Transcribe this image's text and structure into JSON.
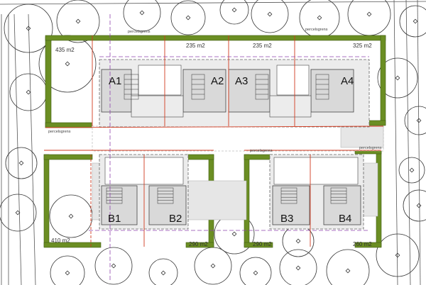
{
  "units": {
    "a1": "A1",
    "a2": "A2",
    "a3": "A3",
    "a4": "A4",
    "b1": "B1",
    "b2": "B2",
    "b3": "B3",
    "b4": "B4"
  },
  "areas": {
    "top_left": "435 m2",
    "top_mid_left": "235 m2",
    "top_mid_right": "235 m2",
    "top_right": "325 m2",
    "bottom_left": "410 m2",
    "bottom_mid_left": "290 m2",
    "bottom_mid_right": "290 m2",
    "bottom_right": "260 m2"
  },
  "boundary_labels": {
    "top_a": "percelsgrens",
    "top_b": "percelsgrens",
    "mid_left": "percelsgrens",
    "mid_center": "percelsgrens",
    "mid_right": "percelsgrens"
  },
  "colors": {
    "hedge": "#6b8e23",
    "hedge_edge": "#3f5d12",
    "plot_line": "#d23a1f",
    "building_fill": "#d9d9d9",
    "paving_fill": "#e6e6e6",
    "tree_line": "#333333",
    "dash_purple": "#8e44ad"
  }
}
